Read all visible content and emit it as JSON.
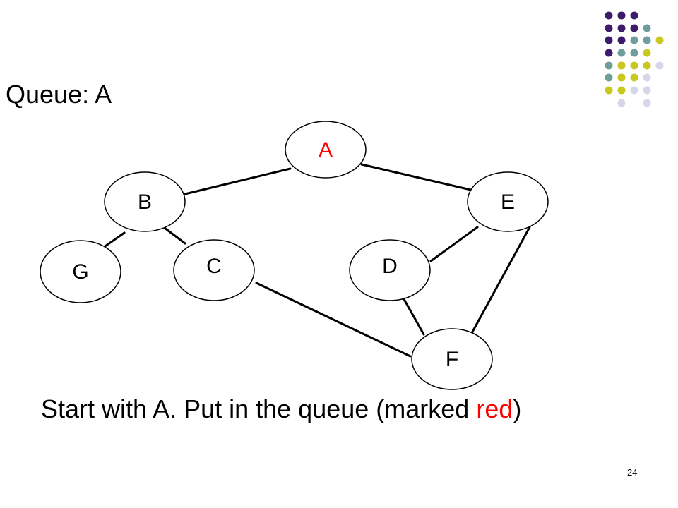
{
  "slide": {
    "queue_prefix": "Queue: ",
    "queue_content": "A",
    "caption_before": "Start with A.  Put in the queue (marked ",
    "caption_highlight": "red",
    "caption_after": ")",
    "page_number": "24"
  },
  "colors": {
    "purple": "#3d1a6b",
    "teal": "#6e9e9c",
    "yellow": "#c8c81e",
    "lavender": "#d6d6ea",
    "highlight": "#ff0000",
    "edge": "#000000"
  },
  "graph": {
    "nodes": [
      {
        "id": "A",
        "label": "A",
        "highlighted": true
      },
      {
        "id": "B",
        "label": "B",
        "highlighted": false
      },
      {
        "id": "E",
        "label": "E",
        "highlighted": false
      },
      {
        "id": "G",
        "label": "G",
        "highlighted": false
      },
      {
        "id": "C",
        "label": "C",
        "highlighted": false
      },
      {
        "id": "D",
        "label": "D",
        "highlighted": false
      },
      {
        "id": "F",
        "label": "F",
        "highlighted": false
      }
    ],
    "edges": [
      {
        "from": "A",
        "to": "B"
      },
      {
        "from": "A",
        "to": "E"
      },
      {
        "from": "B",
        "to": "G"
      },
      {
        "from": "B",
        "to": "C"
      },
      {
        "from": "C",
        "to": "F"
      },
      {
        "from": "E",
        "to": "D"
      },
      {
        "from": "E",
        "to": "F"
      },
      {
        "from": "D",
        "to": "F"
      }
    ]
  }
}
